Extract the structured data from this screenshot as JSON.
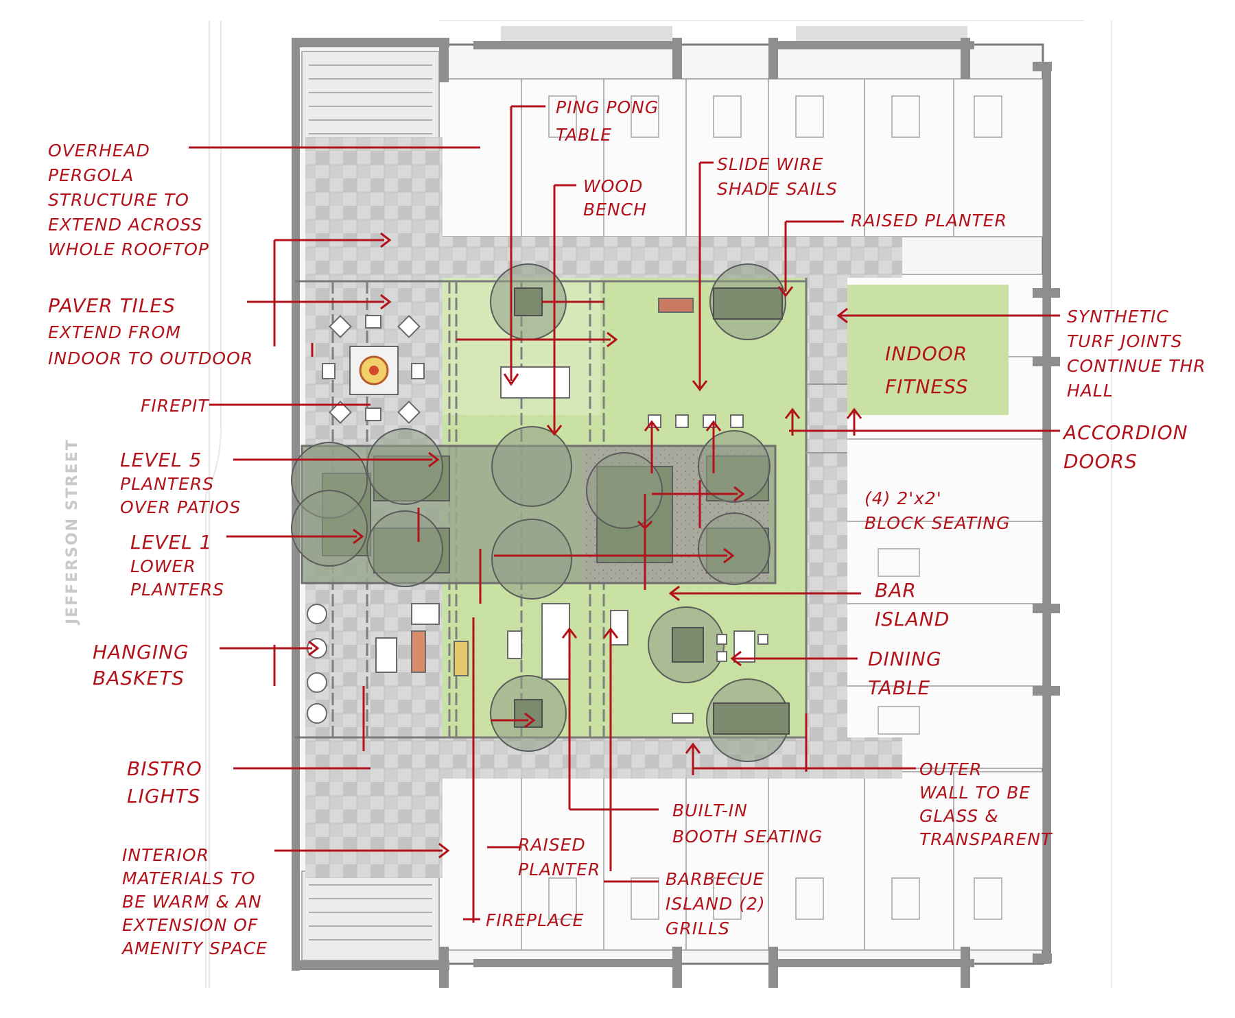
{
  "street_label": "JEFFERSON STREET",
  "colors": {
    "annotation": "#b3121b",
    "turf": "#c9e2a3",
    "turf_dark": "#b5d38b",
    "paver_light": "#dcdcdc",
    "paver_dark": "#b8b8b8",
    "wall": "#8e8e8e",
    "tree_canopy": "#8f9c86"
  },
  "annotations": {
    "overhead_pergola": [
      "OVERHEAD",
      "PERGOLA",
      "STRUCTURE TO",
      "EXTEND ACROSS",
      "WHOLE ROOFTOP"
    ],
    "paver_tiles": [
      "PAVER TILES",
      "EXTEND FROM",
      "INDOOR TO OUTDOOR"
    ],
    "firepit": [
      "FIREPIT"
    ],
    "level5_planters": [
      "LEVEL 5",
      "PLANTERS",
      "OVER PATIOS"
    ],
    "level1_planters": [
      "LEVEL 1",
      "LOWER",
      "PLANTERS"
    ],
    "hanging_baskets": [
      "HANGING",
      "BASKETS"
    ],
    "bistro_lights": [
      "BISTRO",
      "LIGHTS"
    ],
    "interior_materials": [
      "INTERIOR",
      "MATERIALS TO",
      "BE WARM & AN",
      "EXTENSION OF",
      "AMENITY SPACE"
    ],
    "ping_pong": [
      "PING PONG",
      "TABLE"
    ],
    "wood_bench": [
      "WOOD",
      "BENCH"
    ],
    "slide_wire": [
      "SLIDE WIRE",
      "SHADE SAILS"
    ],
    "raised_planter_top": [
      "RAISED PLANTER"
    ],
    "synthetic_turf": [
      "SYNTHETIC",
      "TURF JOINTS",
      "CONTINUE THR",
      "HALL"
    ],
    "indoor_fitness": [
      "INDOOR",
      "FITNESS"
    ],
    "accordion_doors": [
      "ACCORDION",
      "DOORS"
    ],
    "block_seating": [
      "(4) 2'x2'",
      "BLOCK SEATING"
    ],
    "bar_island": [
      "BAR",
      "ISLAND"
    ],
    "dining_table": [
      "DINING",
      "TABLE"
    ],
    "outer_wall": [
      "OUTER",
      "WALL TO BE",
      "GLASS &",
      "TRANSPARENT"
    ],
    "built_in_booth": [
      "BUILT-IN",
      "BOOTH SEATING"
    ],
    "raised_planter_bottom": [
      "RAISED",
      "PLANTER"
    ],
    "barbecue_island": [
      "BARBECUE",
      "ISLAND (2)",
      "GRILLS"
    ],
    "fireplace": [
      "FIREPLACE"
    ]
  }
}
